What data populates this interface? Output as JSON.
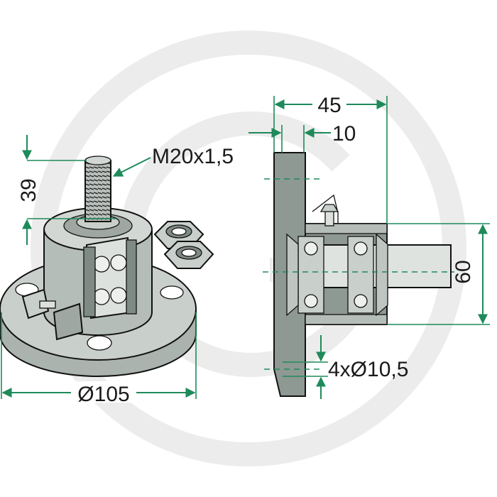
{
  "watermark": {
    "icon": "brand-logo-watermark",
    "color": "#ececec"
  },
  "colors": {
    "dimension": "#1e8a5a",
    "part_fill": "#c9cfcb",
    "part_dark": "#8e9994",
    "outline": "#111111"
  },
  "labels": {
    "thread": "M20x1,5",
    "stud_height": "39",
    "flange_diameter": "Ø105",
    "total_width": "45",
    "flange_thickness": "10",
    "housing_diameter": "60",
    "holes": "4xØ10,5"
  }
}
